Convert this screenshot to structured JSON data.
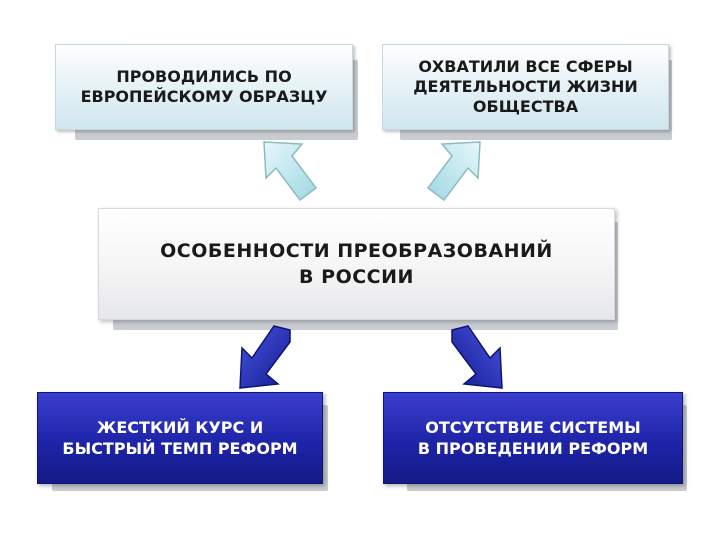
{
  "top_left": {
    "text": "ПРОВОДИЛИСЬ ПО\nЕВРОПЕЙСКОМУ ОБРАЗЦУ"
  },
  "top_right": {
    "text": "ОХВАТИЛИ ВСЕ СФЕРЫ\nДЕЯТЕЛЬНОСТИ ЖИЗНИ\nОБЩЕСТВА"
  },
  "center": {
    "text": "ОСОБЕННОСТИ  ПРЕОБРАЗОВАНИЙ\nВ РОССИИ"
  },
  "bottom_left": {
    "text": "ЖЕСТКИЙ КУРС И\nБЫСТРЫЙ ТЕМП РЕФОРМ"
  },
  "bottom_right": {
    "text": "ОТСУТСТВИЕ СИСТЕМЫ\nВ ПРОВЕДЕНИИ РЕФОРМ"
  },
  "colors": {
    "top_box_fill": "#d9ecf2",
    "bottom_box_fill": "#1e24a8",
    "up_arrow": "#bfe8ee",
    "down_arrow": "#1f2bb0"
  },
  "icons": [
    "arrow-up-left-icon",
    "arrow-up-right-icon",
    "arrow-down-left-icon",
    "arrow-down-right-icon"
  ]
}
